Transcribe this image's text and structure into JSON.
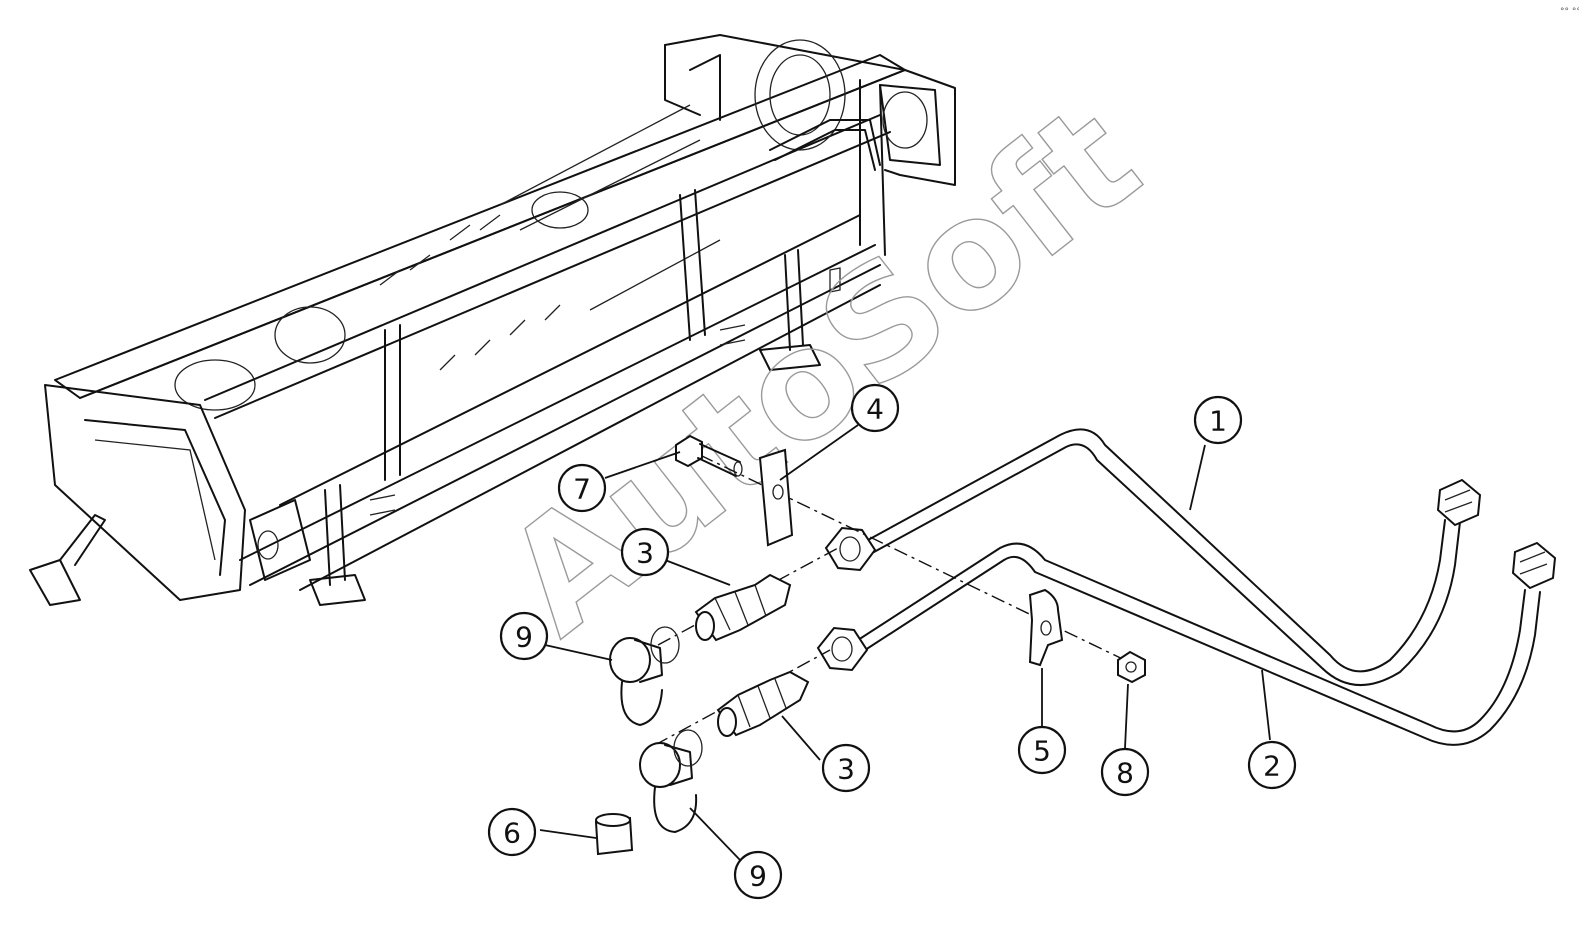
{
  "watermark": {
    "text": "AutoSoft"
  },
  "callouts": [
    {
      "id": "c1",
      "label": "1"
    },
    {
      "id": "c2",
      "label": "2"
    },
    {
      "id": "c3a",
      "label": "3"
    },
    {
      "id": "c3b",
      "label": "3"
    },
    {
      "id": "c4",
      "label": "4"
    },
    {
      "id": "c5",
      "label": "5"
    },
    {
      "id": "c6",
      "label": "6"
    },
    {
      "id": "c7",
      "label": "7"
    },
    {
      "id": "c8",
      "label": "8"
    },
    {
      "id": "c9a",
      "label": "9"
    },
    {
      "id": "c9b",
      "label": "9"
    }
  ]
}
